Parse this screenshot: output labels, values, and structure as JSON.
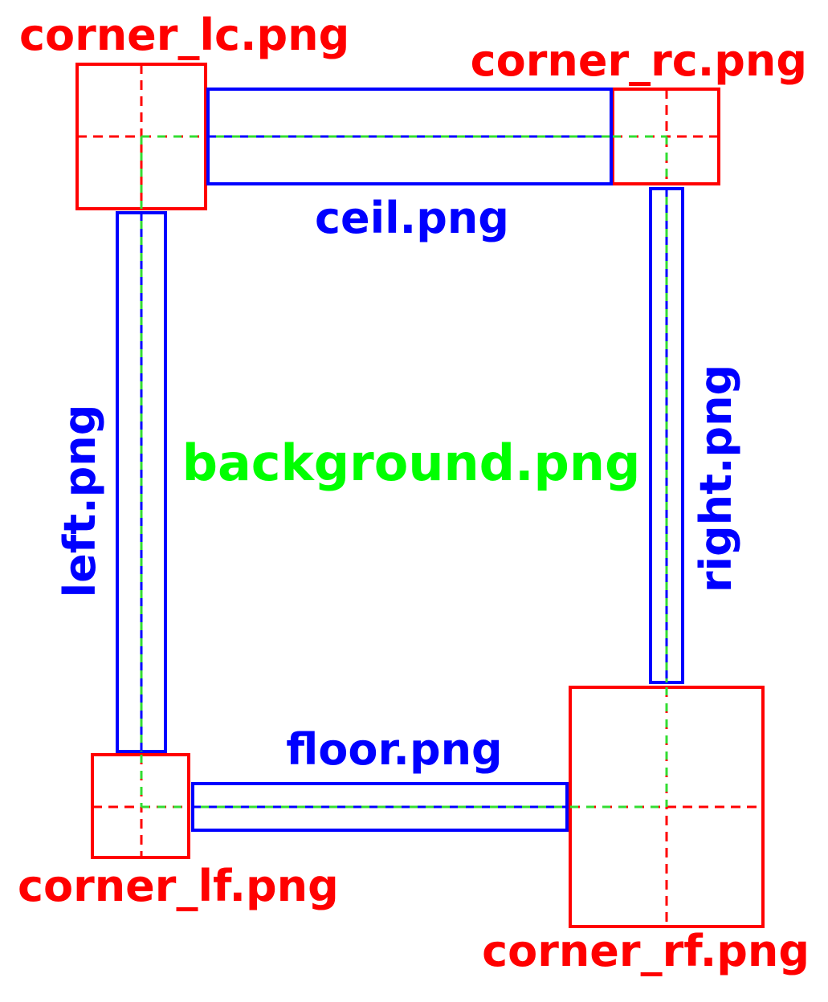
{
  "colors": {
    "corner": "#ff0000",
    "edge": "#0000ff",
    "background_label": "#00ff00",
    "guide_green": "#33dd33"
  },
  "labels": {
    "corner_lc": "corner_lc.png",
    "corner_rc": "corner_rc.png",
    "corner_lf": "corner_lf.png",
    "corner_rf": "corner_rf.png",
    "ceil": "ceil.png",
    "floor": "floor.png",
    "left": "left.png",
    "right": "right.png",
    "background": "background.png"
  }
}
